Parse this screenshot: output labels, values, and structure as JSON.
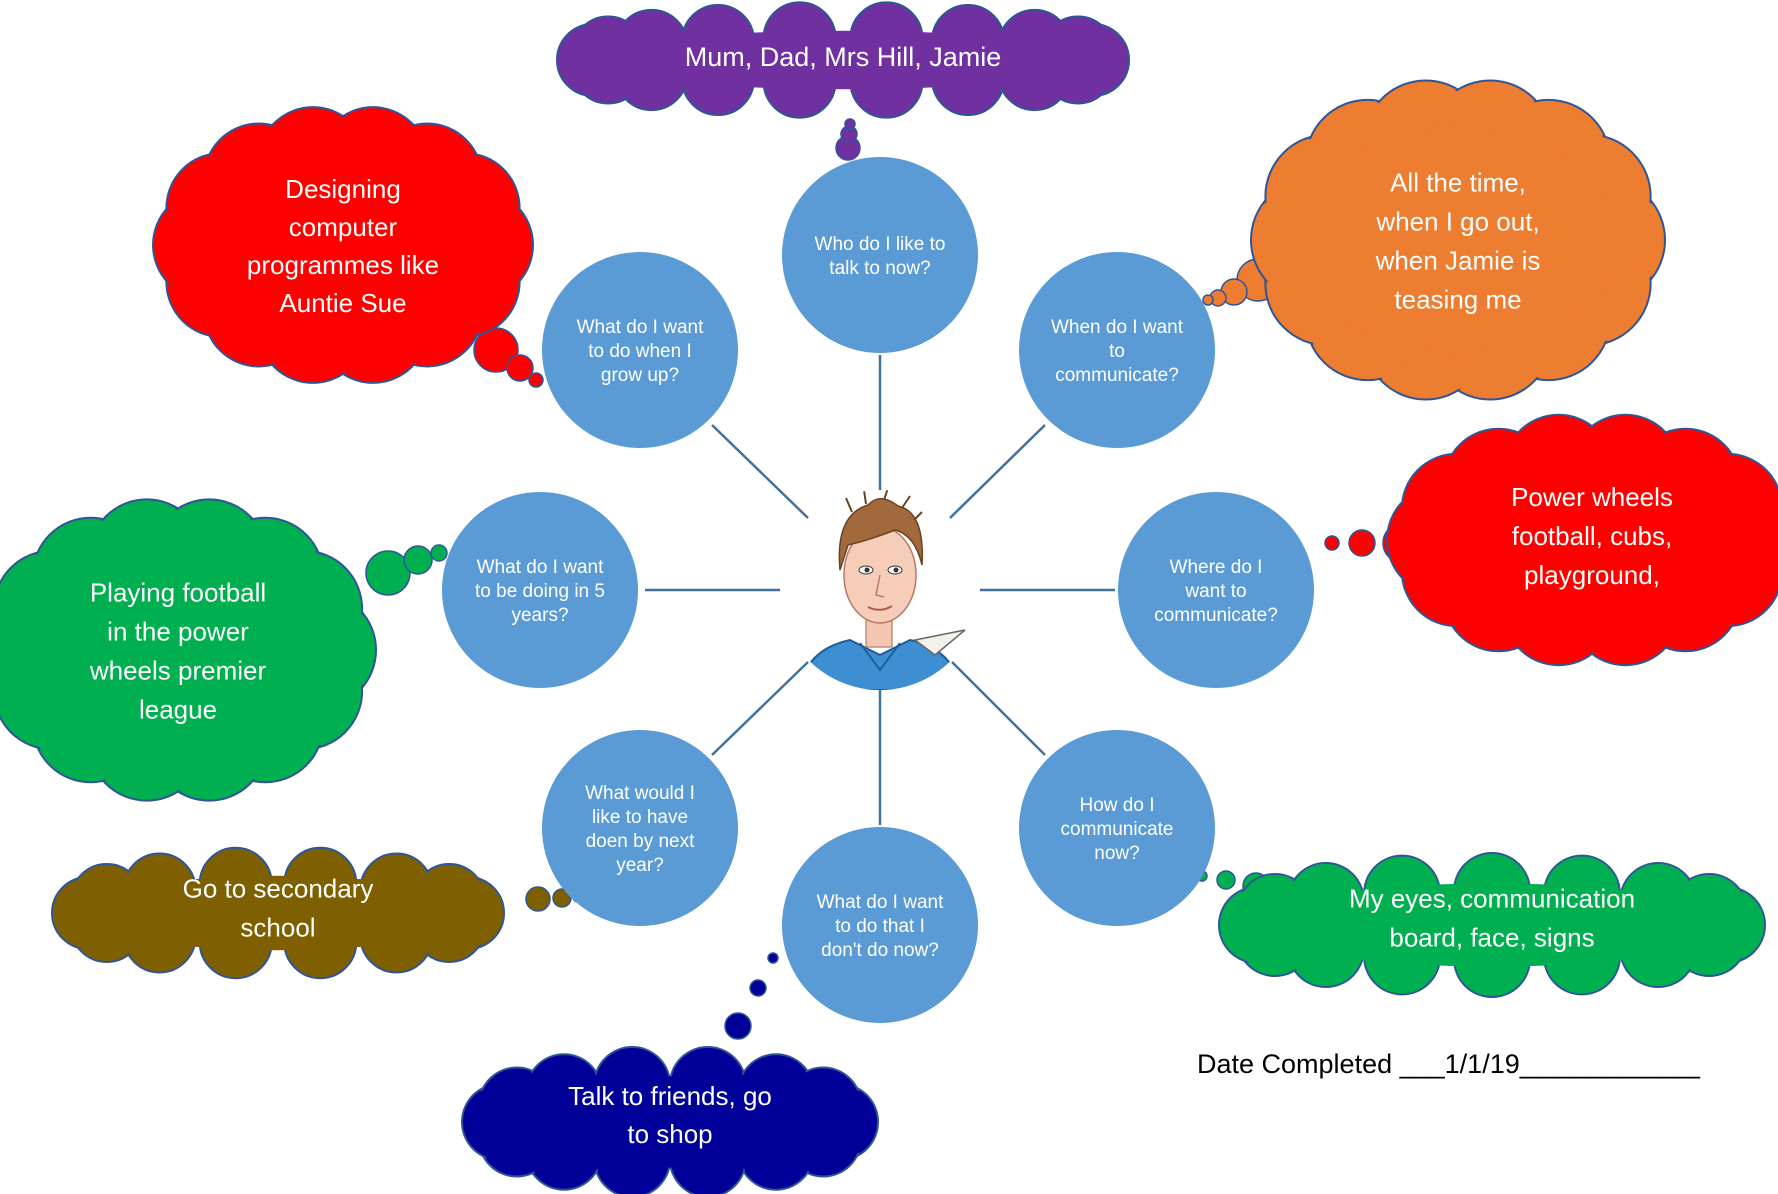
{
  "colors": {
    "question_circle": "#5b9bd5",
    "cloud_outline": "#2f5597",
    "connector": "#41719c",
    "purple": "#7030a0",
    "orange": "#ed7d31",
    "red": "#ff0000",
    "green": "#00b050",
    "olive": "#7f6000",
    "navy": "#000099",
    "text": "#ffffff"
  },
  "center": {
    "image": "boy-portrait"
  },
  "questions": {
    "who": [
      "Who do I like to",
      "talk to now?"
    ],
    "when": [
      "When do I want",
      "to",
      "communicate?"
    ],
    "where": [
      "Where do I",
      "want to",
      "communicate?"
    ],
    "how": [
      "How do I",
      "communicate",
      "now?"
    ],
    "wantdo": [
      "What do I want",
      "to do that I",
      "don't do now?"
    ],
    "nextyear": [
      "What would I",
      "like to have",
      "doen by next",
      "year?"
    ],
    "fiveyears": [
      "What do I want",
      "to be doing in 5",
      "years?"
    ],
    "growup": [
      "What do I want",
      "to do when I",
      "grow up?"
    ]
  },
  "answers": {
    "who": {
      "color": "purple",
      "lines": [
        "Mum, Dad, Mrs Hill, Jamie"
      ]
    },
    "when": {
      "color": "orange",
      "lines": [
        "All the time,",
        "when I go out,",
        "when Jamie is",
        "teasing me"
      ]
    },
    "where": {
      "color": "red",
      "lines": [
        "Power wheels",
        "football, cubs,",
        "playground,"
      ]
    },
    "how": {
      "color": "green",
      "lines": [
        "My eyes, communication",
        "board, face, signs"
      ]
    },
    "wantdo": {
      "color": "navy",
      "lines": [
        "Talk to friends, go",
        "to shop"
      ]
    },
    "nextyear": {
      "color": "olive",
      "lines": [
        "Go to secondary",
        "school"
      ]
    },
    "fiveyears": {
      "color": "green",
      "lines": [
        "Playing football",
        "in the power",
        "wheels premier",
        "league"
      ]
    },
    "growup": {
      "color": "red",
      "lines": [
        "Designing",
        "computer",
        "programmes like",
        "Auntie Sue"
      ]
    }
  },
  "footer": {
    "date_label": "Date Completed ___1/1/19____________"
  }
}
